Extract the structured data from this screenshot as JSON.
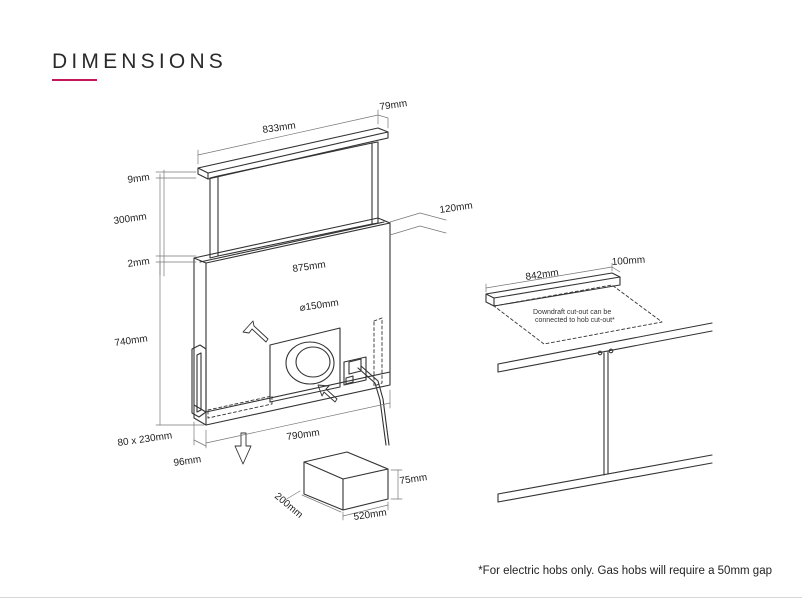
{
  "heading": "DIMENSIONS",
  "accent_color": "#c2185b",
  "dimensions": {
    "top_width": "833mm",
    "top_depth": "79mm",
    "top_thickness": "9mm",
    "lift_height": "300mm",
    "frame_lip": "2mm",
    "side_depth": "120mm",
    "body_width": "875mm",
    "duct_diameter": "⌀150mm",
    "body_height": "740mm",
    "side_vent": "80 x 230mm",
    "base_width": "790mm",
    "base_depth": "96mm",
    "motor_height": "75mm",
    "motor_depth": "200mm",
    "motor_width": "520mm",
    "cutout_width": "842mm",
    "cutout_depth": "100mm"
  },
  "cutout_note": [
    "Downdraft cut-out can be",
    "connected to hob cut-out*"
  ],
  "footnote": "*For electric hobs only. Gas hobs will require a 50mm gap"
}
